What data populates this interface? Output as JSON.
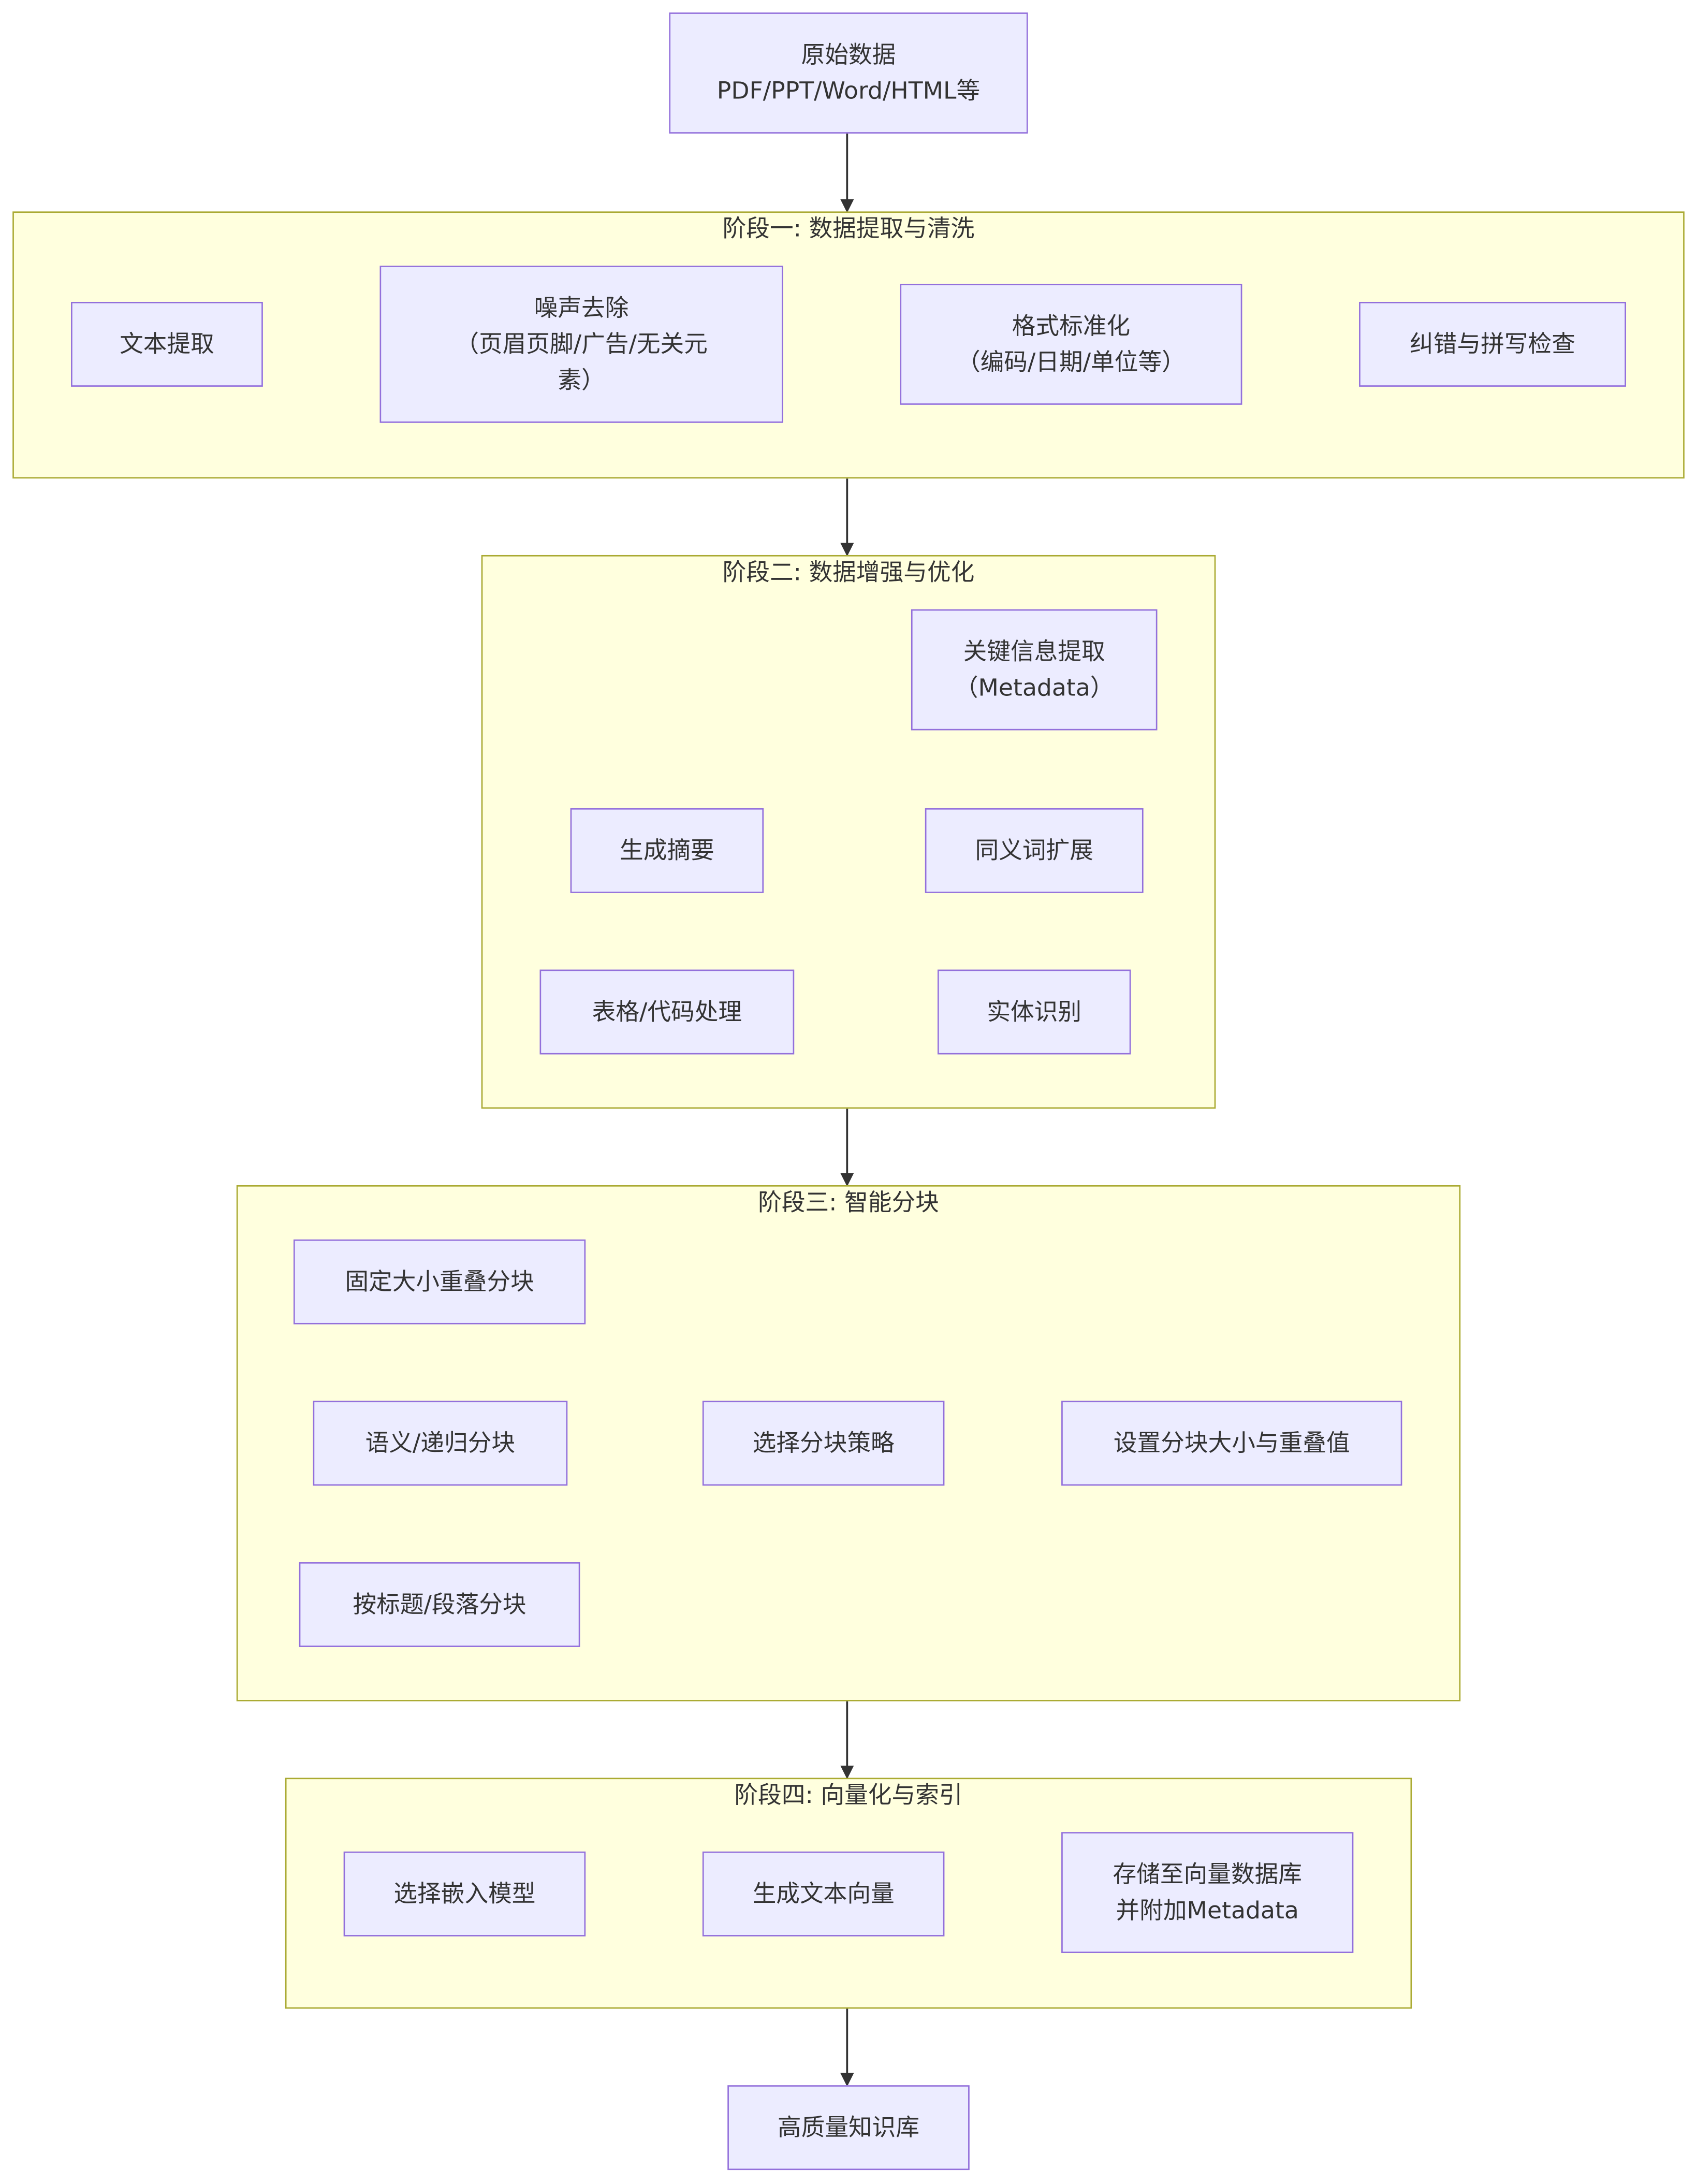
{
  "nodes": {
    "raw": {
      "line1": "原始数据",
      "line2": "PDF/PPT/Word/HTML等"
    },
    "extract_text": {
      "label": "文本提取"
    },
    "noise": {
      "line1": "噪声去除",
      "line2": "（页眉页脚/广告/无关元",
      "line3": "素）"
    },
    "format": {
      "line1": "格式标准化",
      "line2": "（编码/日期/单位等）"
    },
    "spell": {
      "label": "纠错与拼写检查"
    },
    "keyinfo": {
      "line1": "关键信息提取",
      "line2": "（Metadata）"
    },
    "summary": {
      "label": "生成摘要"
    },
    "synonym": {
      "label": "同义词扩展"
    },
    "table_code": {
      "label": "表格/代码处理"
    },
    "entity": {
      "label": "实体识别"
    },
    "fixed_chunk": {
      "label": "固定大小重叠分块"
    },
    "semantic_chunk": {
      "label": "语义/递归分块"
    },
    "heading_chunk": {
      "label": "按标题/段落分块"
    },
    "strategy": {
      "label": "选择分块策略"
    },
    "set_size": {
      "label": "设置分块大小与重叠值"
    },
    "embed_model": {
      "label": "选择嵌入模型"
    },
    "gen_vector": {
      "label": "生成文本向量"
    },
    "store": {
      "line1": "存储至向量数据库",
      "line2": "并附加Metadata"
    },
    "kb": {
      "label": "高质量知识库"
    }
  },
  "stages": {
    "stage1": {
      "title": "阶段一: 数据提取与清洗"
    },
    "stage2": {
      "title": "阶段二: 数据增强与优化"
    },
    "stage3": {
      "title": "阶段三: 智能分块"
    },
    "stage4": {
      "title": "阶段四: 向量化与索引"
    }
  },
  "colors": {
    "node_fill": "#ececff",
    "node_border": "#9370db",
    "cluster_fill": "#ffffde",
    "cluster_border": "#aaaa33",
    "edge": "#333333"
  }
}
